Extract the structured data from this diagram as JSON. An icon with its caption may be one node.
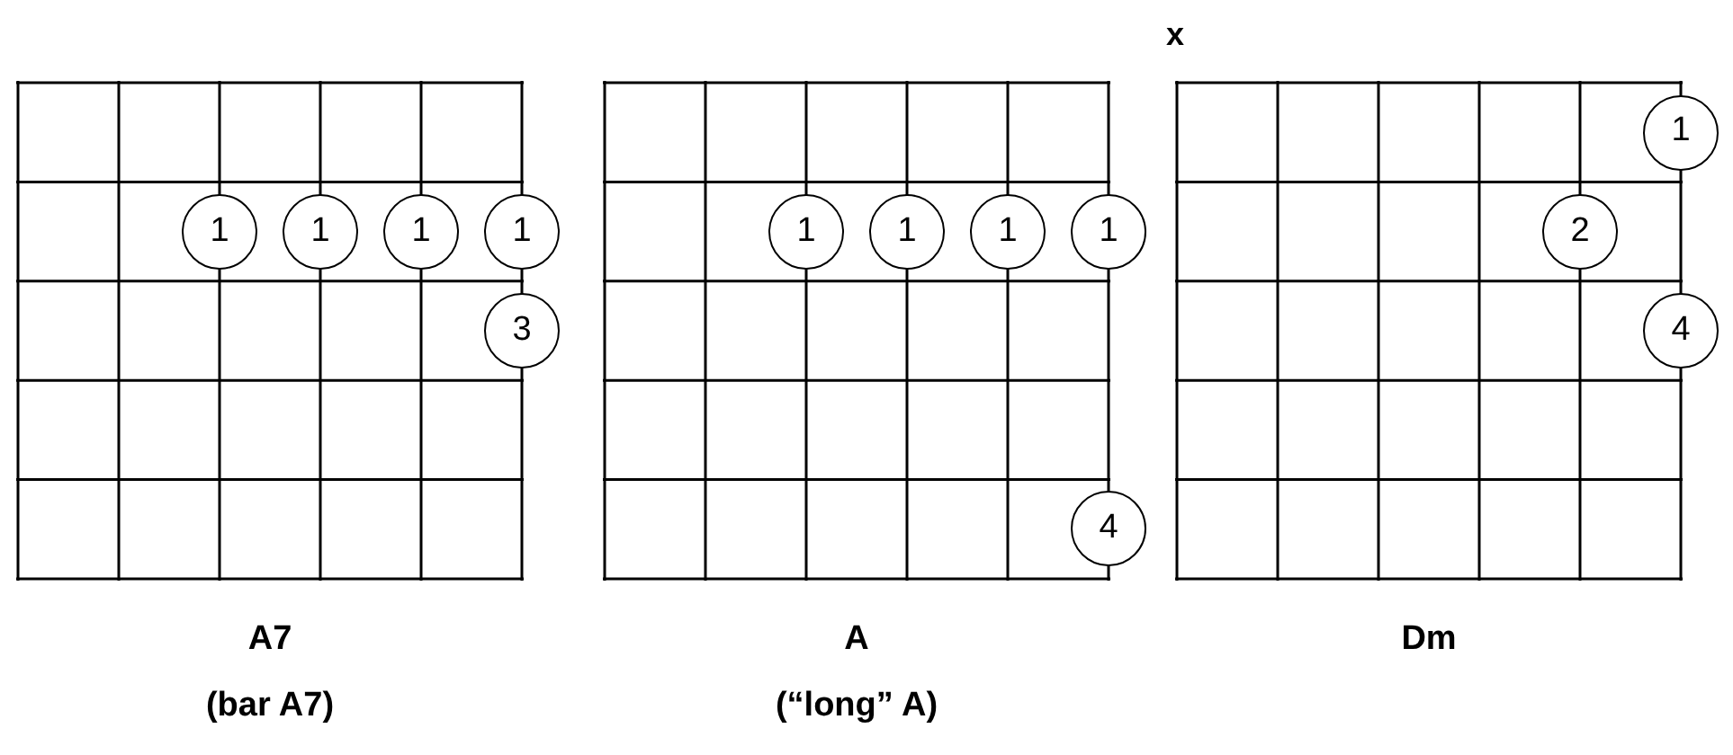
{
  "diagram": {
    "nodes": [
      {
        "text": [
          "A7",
          "(bar A7)"
        ]
      },
      {
        "text": [
          "1"
        ],
        "in": 0
      },
      {
        "text": [
          "1"
        ],
        "in": 0
      },
      {
        "text": [
          "1"
        ],
        "in": 0
      },
      {
        "text": [
          "1"
        ],
        "in": 0
      },
      {
        "text": [
          "3"
        ],
        "in": 0
      },
      {
        "text": [
          "A",
          "(“long” A)"
        ]
      },
      {
        "text": [
          "1"
        ],
        "in": 6
      },
      {
        "text": [
          "1"
        ],
        "in": 6
      },
      {
        "text": [
          "1"
        ],
        "in": 6
      },
      {
        "text": [
          "1"
        ],
        "in": 6
      },
      {
        "text": [
          "4"
        ],
        "in": 6
      },
      {
        "text": [
          "Dm"
        ]
      },
      {
        "text": [
          "1"
        ],
        "in": 12
      },
      {
        "text": [
          "2"
        ],
        "in": 12
      },
      {
        "text": [
          "4"
        ],
        "in": 12
      }
    ],
    "labels": [
      "x"
    ]
  }
}
